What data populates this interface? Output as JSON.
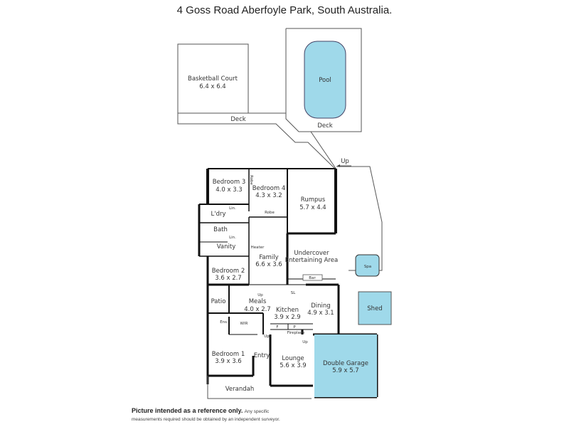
{
  "title": "4 Goss Road Aberfoyle Park, South Australia.",
  "colors": {
    "pool": "#9fd9ea",
    "wall": "#111111",
    "line": "#555555"
  },
  "outdoor": {
    "basketball_court": {
      "name": "Basketball Court",
      "size": "6.4 x 6.4"
    },
    "deck_1": "Deck",
    "pool": "Pool",
    "deck_2": "Deck",
    "up": "Up",
    "spa": "Spa",
    "shed": "Shed",
    "verandah": "Verandah",
    "patio": "Patio",
    "undercover": {
      "line1": "Undercover",
      "line2": "Entertaining Area"
    },
    "bar": "Bar"
  },
  "rooms": {
    "bedroom3": {
      "name": "Bedroom 3",
      "size": "4.0 x 3.3"
    },
    "bedroom4": {
      "name": "Bedroom 4",
      "size": "4.3 x 3.2"
    },
    "rumpus": {
      "name": "Rumpus",
      "size": "5.7 x 4.4"
    },
    "laundry": {
      "name": "L'dry"
    },
    "bath": {
      "name": "Bath"
    },
    "vanity": {
      "name": "Vanity"
    },
    "family": {
      "name": "Family",
      "size": "6.6 x 3.6"
    },
    "bedroom2": {
      "name": "Bedroom 2",
      "size": "3.6 x 2.7"
    },
    "meals": {
      "name": "Meals",
      "size": "4.0 x 2.7"
    },
    "kitchen": {
      "name": "Kitchen",
      "size": "3.9 x 2.9"
    },
    "dining": {
      "name": "Dining",
      "size": "4.9 x 3.1"
    },
    "ensuite": {
      "name": "Ens."
    },
    "wir": {
      "name": "WIR"
    },
    "bedroom1": {
      "name": "Bedroom 1",
      "size": "3.9 x 3.6"
    },
    "entry": {
      "name": "Entry"
    },
    "lounge": {
      "name": "Lounge",
      "size": "5.6 x 3.9"
    },
    "garage": {
      "name": "Double Garage",
      "size": "5.9 x 5.7"
    }
  },
  "fixtures": {
    "robe_1": "Robe",
    "robe_2": "Robe",
    "lin_1": "Lin.",
    "lin_2": "Lin.",
    "heater": "Heater",
    "fireplace": "Fireplace",
    "fridge": "F",
    "pantry": "P",
    "sink": "SL",
    "up_1": "Up",
    "up_2": "Up",
    "up_3": "Up"
  },
  "disclaimer": {
    "bold": "Picture intended as a reference only.",
    "text1": "Any specific",
    "text2": "measurements required should be obtained by an independent surveyor."
  }
}
